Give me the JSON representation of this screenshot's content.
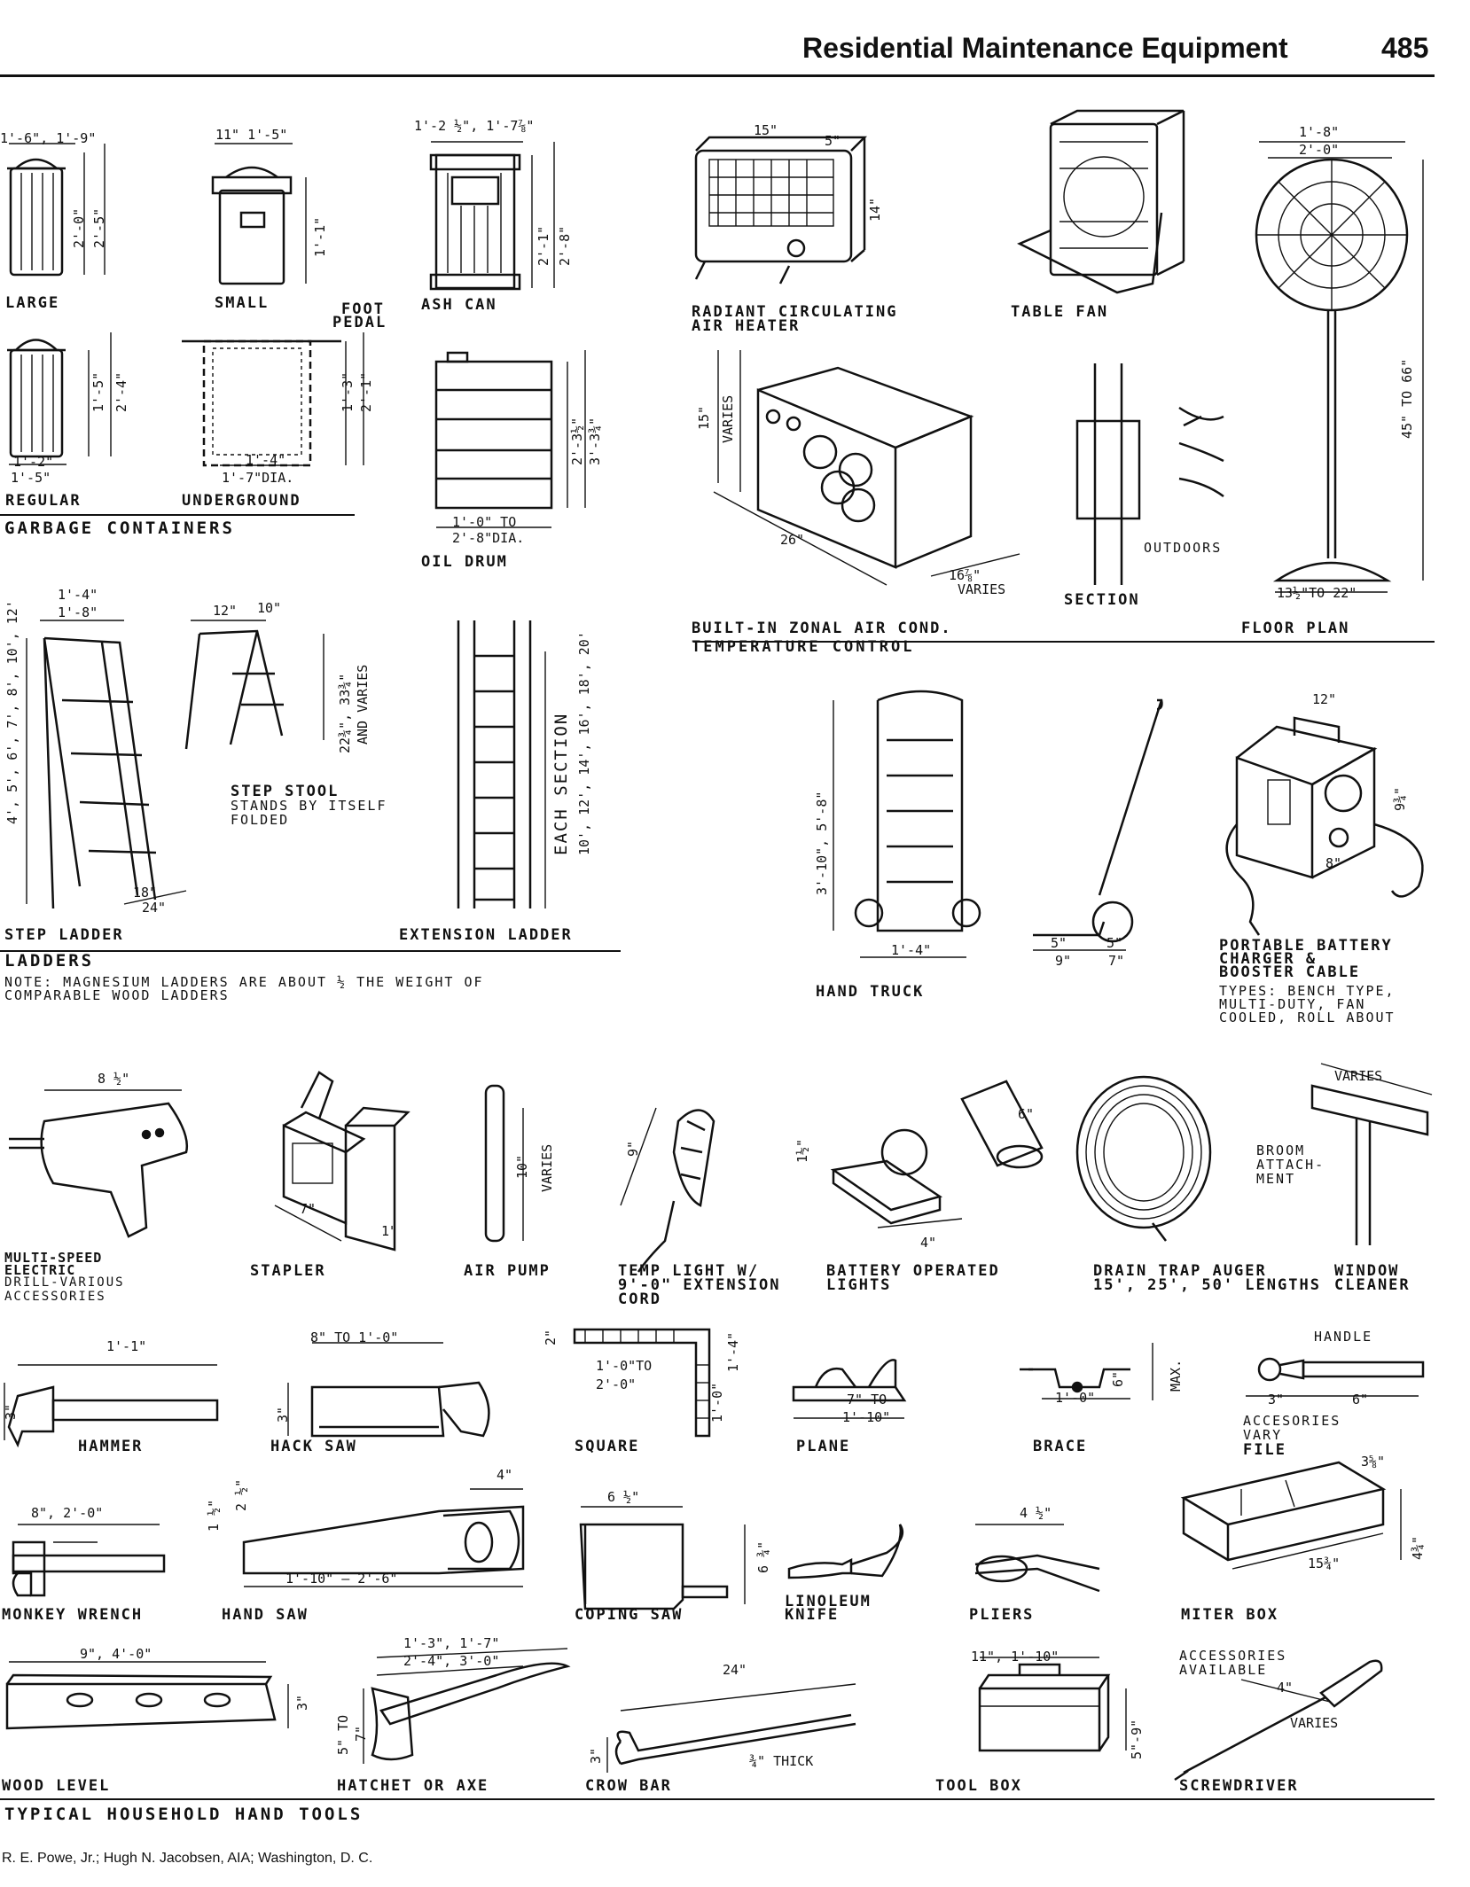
{
  "header": {
    "title": "Residential Maintenance Equipment",
    "page_number": "485"
  },
  "sections": {
    "garbage": "GARBAGE CONTAINERS",
    "ladders": "LADDERS",
    "ladders_note_1": "NOTE: MAGNESIUM LADDERS ARE ABOUT ½ THE WEIGHT OF",
    "ladders_note_2": "COMPARABLE WOOD LADDERS",
    "temperature": "TEMPERATURE CONTROL",
    "hand_tools": "TYPICAL HOUSEHOLD HAND TOOLS"
  },
  "items": {
    "large": "LARGE",
    "small": "SMALL",
    "ash_can": "ASH CAN",
    "foot_pedal_1": "FOOT",
    "foot_pedal_2": "PEDAL",
    "regular": "REGULAR",
    "underground": "UNDERGROUND",
    "oil_drum": "OIL DRUM",
    "heater_1": "RADIANT CIRCULATING",
    "heater_2": "AIR HEATER",
    "table_fan": "TABLE FAN",
    "zonal": "BUILT-IN ZONAL AIR COND.",
    "section": "SECTION",
    "outdoors": "OUTDOORS",
    "floor_plan": "FLOOR PLAN",
    "step_ladder": "STEP LADDER",
    "step_stool": "STEP STOOL",
    "step_stool_note_1": "STANDS BY ITSELF",
    "step_stool_note_2": "FOLDED",
    "extension_ladder": "EXTENSION LADDER",
    "each_section": "EACH SECTION",
    "hand_truck": "HAND TRUCK",
    "charger_1": "PORTABLE BATTERY",
    "charger_2": "CHARGER &",
    "charger_3": "BOOSTER CABLE",
    "charger_types_1": "TYPES: BENCH TYPE,",
    "charger_types_2": "MULTI-DUTY, FAN",
    "charger_types_3": "COOLED, ROLL ABOUT",
    "drill_1": "MULTI-SPEED",
    "drill_2": "ELECTRIC",
    "drill_3": "DRILL-VARIOUS",
    "drill_4": "ACCESSORIES",
    "stapler": "STAPLER",
    "air_pump": "AIR PUMP",
    "temp_light_1": "TEMP LIGHT W/",
    "temp_light_2": "9'-0\" EXTENSION",
    "temp_light_3": "CORD",
    "battery_lights_1": "BATTERY OPERATED",
    "battery_lights_2": "LIGHTS",
    "auger_1": "DRAIN TRAP AUGER",
    "auger_2": "15', 25', 50' LENGTHS",
    "window_1": "WINDOW",
    "window_2": "CLEANER",
    "broom_1": "BROOM",
    "broom_2": "ATTACH-",
    "broom_3": "MENT",
    "hammer": "HAMMER",
    "hack_saw": "HACK SAW",
    "square": "SQUARE",
    "plane": "PLANE",
    "brace": "BRACE",
    "file_handle": "HANDLE",
    "file_acc_1": "ACCESORIES",
    "file_acc_2": "VARY",
    "file_acc_3": "FILE",
    "monkey_wrench": "MONKEY WRENCH",
    "hand_saw": "HAND SAW",
    "coping_saw": "COPING SAW",
    "linoleum_1": "LINOLEUM",
    "linoleum_2": "KNIFE",
    "pliers": "PLIERS",
    "miter_box": "MITER BOX",
    "wood_level": "WOOD LEVEL",
    "hatchet": "HATCHET OR AXE",
    "crow_bar": "CROW BAR",
    "tool_box": "TOOL BOX",
    "screwdriver": "SCREWDRIVER",
    "screw_acc_1": "ACCESSORIES",
    "screw_acc_2": "AVAILABLE"
  },
  "dimensions": {
    "large_w": "1'-6\", 1'-9\"",
    "large_h1": "2'-0\"",
    "large_h2": "2'-5\"",
    "small_w": "11\" 1'-5\"",
    "small_h": "1'-1\"",
    "ash_w": "1'-2 ½\", 1'-7⅞\"",
    "ash_h1": "2'-1\"",
    "ash_h2": "2'-8\"",
    "reg_h1": "1'-5\"",
    "reg_h2": "2'-4\"",
    "reg_w1": "1'-2\"",
    "reg_w2": "1'-5\"",
    "und_h1": "1'-3\"",
    "und_h2": "2'-1\"",
    "und_w": "1'-4\"",
    "und_dia": "1'-7\"DIA.",
    "oil_h1": "2'-3½\"",
    "oil_h2": "3'-3¾\"",
    "oil_w1": "1'-0\" TO",
    "oil_w2": "2'-8\"DIA.",
    "heater_w": "15\"",
    "heater_d": "5\"",
    "heater_h": "14\"",
    "fan_w1": "1'-8\"",
    "fan_w2": "2'-0\"",
    "fan_h": "45\" TO 66\"",
    "fan_base": "13½\"TO 22\"",
    "zonal_h1": "15\"",
    "zonal_h2": "VARIES",
    "zonal_w": "26\"",
    "zonal_d1": "16⅞\"",
    "zonal_d2": "VARIES",
    "ladder_w1": "1'-4\"",
    "ladder_w2": "1'-8\"",
    "ladder_h": "4', 5', 6', 7', 8', 10', 12'",
    "ladder_d1": "18\"",
    "ladder_d2": "24\"",
    "stool_w1": "12\"",
    "stool_w2": "10\"",
    "stool_h1": "22¾\", 33¾\"",
    "stool_h2": "AND VARIES",
    "ext_lengths": "10', 12', 14', 16', 18', 20'",
    "truck_h": "3'-10\", 5'-8\"",
    "truck_w": "1'-4\"",
    "truck2_a": "5\"",
    "truck2_b": "5\"",
    "truck2_c": "9\"",
    "truck2_d": "7\"",
    "charger_w": "12\"",
    "charger_h": "9¾\"",
    "charger_d": "8\"",
    "drill_w": "8 ½\"",
    "stapler_d": "7\"",
    "stapler_w": "1\"",
    "pump_h1": "10\"",
    "pump_h2": "VARIES",
    "light_h": "9\"",
    "lights_h": "1½\"",
    "lights_w": "4\"",
    "lights_l": "6\"",
    "window_w": "VARIES",
    "hammer_w": "1'-1\"",
    "hammer_h": "3\"",
    "hacksaw_w": "8\" TO 1'-0\"",
    "hacksaw_h": "3\"",
    "square_t": "2\"",
    "square_w1": "1'-0\"TO",
    "square_w2": "2'-0\"",
    "square_h1": "1'-0\"",
    "square_h2": "1'-4\"",
    "plane_w1": "7\" TO",
    "plane_w2": "1'-10\"",
    "brace_w": "1'-0\"",
    "brace_h1": "6\"",
    "brace_h2": "MAX.",
    "file_w1": "3\"",
    "file_w2": "6\"",
    "wrench_w": "8\", 2'-0\"",
    "handsaw_t1": "1 ½\"",
    "handsaw_t2": "2 ½\"",
    "handsaw_w": "4\"",
    "handsaw_l": "1'-10\" – 2'-6\"",
    "coping_w": "6 ½\"",
    "coping_h": "6 ¾\"",
    "pliers_w": "4 ½\"",
    "miter_w": "3⅝\"",
    "miter_l": "15¾\"",
    "miter_h": "4¾\"",
    "level_w": "9\", 4'-0\"",
    "level_h": "3\"",
    "hatchet_w1": "1'-3\", 1'-7\"",
    "hatchet_w2": "2'-4\", 3'-0\"",
    "hatchet_h1": "5\" TO",
    "hatchet_h2": "7\"",
    "crow_w": "24\"",
    "crow_h": "3\"",
    "crow_t": "¾\" THICK",
    "toolbox_w": "11\", 1'-10\"",
    "toolbox_h": "5\"-9\"",
    "screw_w1": "4\"",
    "screw_w2": "VARIES"
  },
  "credit": "R. E. Powe, Jr.; Hugh N. Jacobsen, AIA; Washington, D. C."
}
